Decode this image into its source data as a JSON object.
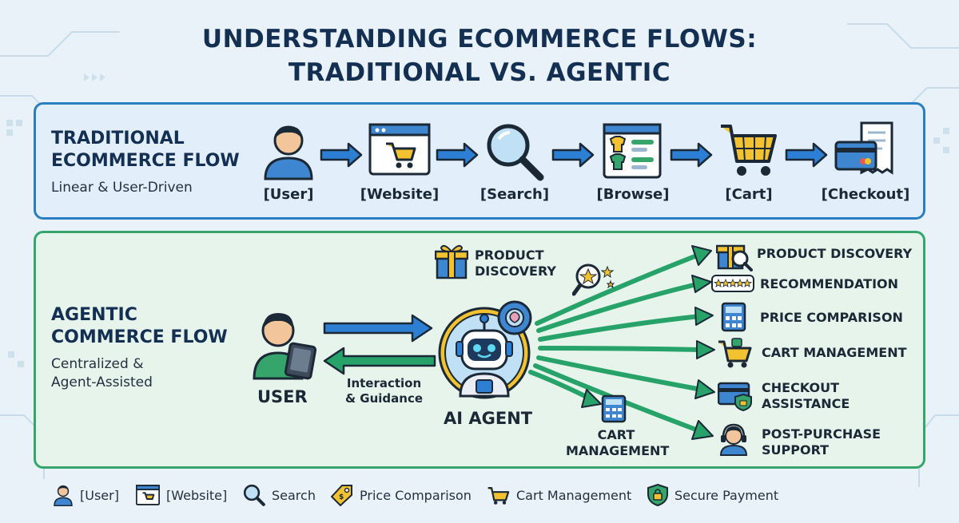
{
  "title": {
    "line1": "UNDERSTANDING ECOMMERCE FLOWS:",
    "line2": "TRADITIONAL VS. AGENTIC"
  },
  "traditional": {
    "title_line1": "TRADITIONAL",
    "title_line2": "ECOMMERCE FLOW",
    "subtitle": "Linear & User-Driven",
    "steps": [
      {
        "label": "[User]",
        "icon": "user-icon"
      },
      {
        "label": "[Website]",
        "icon": "website-cart-icon"
      },
      {
        "label": "[Search]",
        "icon": "magnifier-icon"
      },
      {
        "label": "[Browse]",
        "icon": "browse-catalog-icon"
      },
      {
        "label": "[Cart]",
        "icon": "shopping-cart-icon"
      },
      {
        "label": "[Checkout]",
        "icon": "credit-card-receipt-icon"
      }
    ]
  },
  "agentic": {
    "title_line1": "AGENTIC",
    "title_line2": "COMMERCE FLOW",
    "subtitle_line1": "Centralized &",
    "subtitle_line2": "Agent-Assisted",
    "user_label": "USER",
    "agent_label": "AI AGENT",
    "interaction_line1": "Interaction",
    "interaction_line2": "& Guidance",
    "top_label_line1": "PRODUCT",
    "top_label_line2": "DISCOVERY",
    "bottom_label_line1": "CART",
    "bottom_label_line2": "MANAGEMENT",
    "outputs": [
      {
        "line1": "PRODUCT DISCOVERY",
        "line2": "",
        "icon": "gift-search-icon"
      },
      {
        "line1": "RECOMMENDATION",
        "line2": "",
        "icon": "star-rating-icon"
      },
      {
        "line1": "PRICE COMPARISON",
        "line2": "",
        "icon": "calculator-icon"
      },
      {
        "line1": "CART MANAGEMENT",
        "line2": "",
        "icon": "cart-icon"
      },
      {
        "line1": "CHECKOUT",
        "line2": "ASSISTANCE",
        "icon": "secure-card-icon"
      },
      {
        "line1": "POST-PURCHASE",
        "line2": "SUPPORT",
        "icon": "support-agent-icon"
      }
    ]
  },
  "legend": [
    {
      "label": "[User]",
      "icon": "user-icon"
    },
    {
      "label": "[Website]",
      "icon": "website-cart-icon"
    },
    {
      "label": "Search",
      "icon": "magnifier-icon"
    },
    {
      "label": "Price Comparison",
      "icon": "price-tag-icon"
    },
    {
      "label": "Cart Management",
      "icon": "cart-icon"
    },
    {
      "label": "Secure Payment",
      "icon": "shield-lock-icon"
    }
  ],
  "colors": {
    "title": "#132f52",
    "traditional_border": "#2a7fc0",
    "agentic_border": "#36a56b",
    "arrow_blue": "#2d7fd3",
    "arrow_green": "#27a36a",
    "agent_ring": "#f2c230"
  }
}
